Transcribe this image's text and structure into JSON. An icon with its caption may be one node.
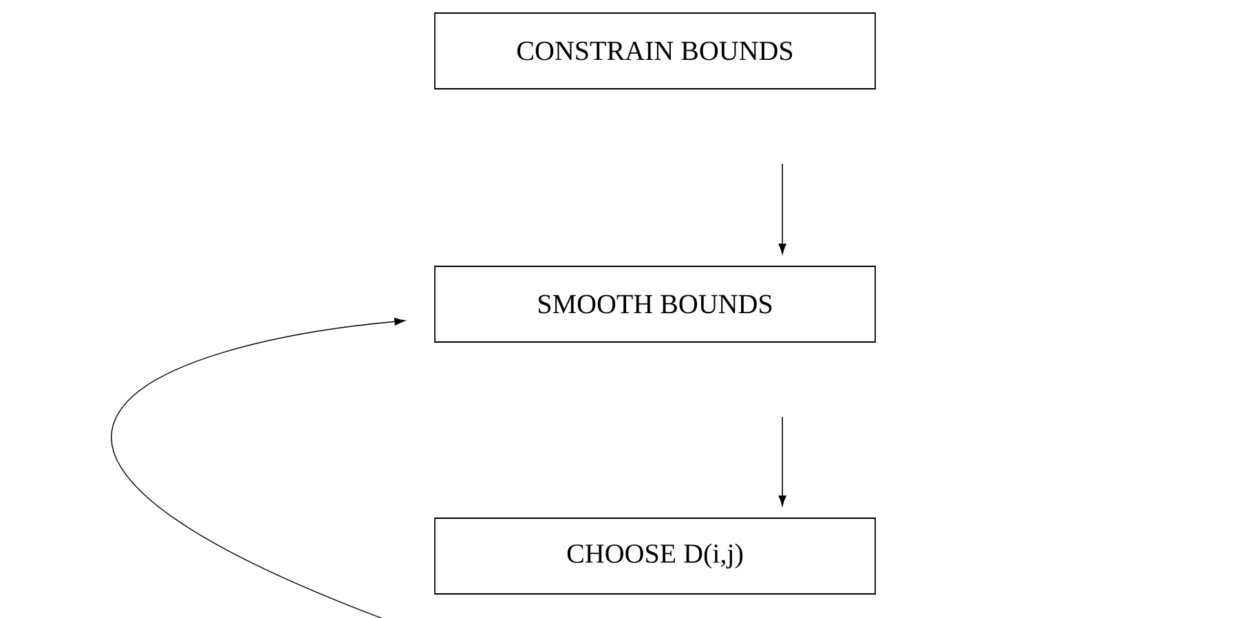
{
  "diagram": {
    "nodes": [
      {
        "text": [
          "CONSTRAIN BOUNDS"
        ]
      },
      {
        "text": [
          "SMOOTH BOUNDS"
        ]
      },
      {
        "text": [
          "CHOOSE D(i,j)"
        ]
      }
    ],
    "edges": [
      {
        "from": 0,
        "to": 1,
        "arrow": "to"
      },
      {
        "from": 1,
        "to": 2,
        "arrow": "to"
      },
      {
        "from": null,
        "to": 1,
        "arrow": "to"
      }
    ]
  }
}
